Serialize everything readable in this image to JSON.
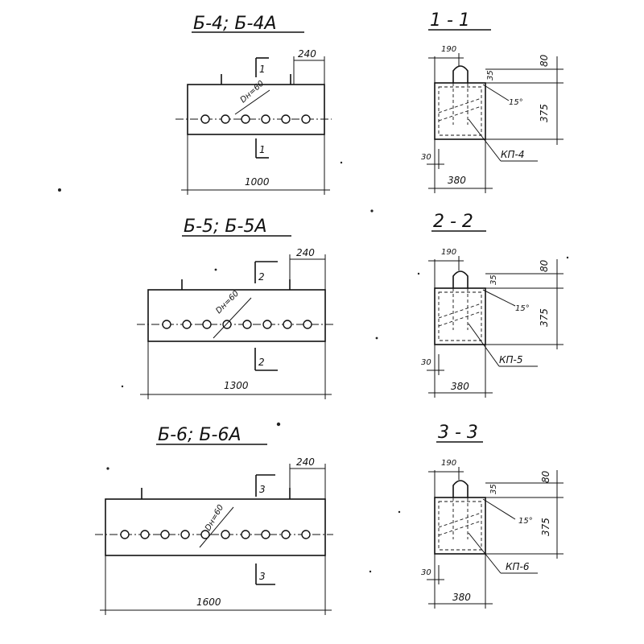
{
  "beams": [
    {
      "title": "Б-4; Б-4А",
      "length": "1000",
      "hole": "Dн=60",
      "top_dim": "240",
      "section_mark": "1"
    },
    {
      "title": "Б-5; Б-5А",
      "length": "1300",
      "hole": "Dн=60",
      "top_dim": "240",
      "section_mark": "2"
    },
    {
      "title": "Б-6; Б-6А",
      "length": "1600",
      "hole": "Dн=60",
      "top_dim": "240",
      "section_mark": "3"
    }
  ],
  "sections": [
    {
      "title": "1 - 1",
      "plate": "КП-4",
      "w_top": "190",
      "height": "375",
      "top": "80",
      "inset": "35",
      "angle": "15°",
      "side": "30",
      "width": "380"
    },
    {
      "title": "2 - 2",
      "plate": "КП-5",
      "w_top": "190",
      "height": "375",
      "top": "80",
      "inset": "35",
      "angle": "15°",
      "side": "30",
      "width": "380"
    },
    {
      "title": "3 - 3",
      "plate": "КП-6",
      "w_top": "190",
      "height": "375",
      "top": "80",
      "inset": "35",
      "angle": "15°",
      "side": "30",
      "width": "380"
    }
  ]
}
